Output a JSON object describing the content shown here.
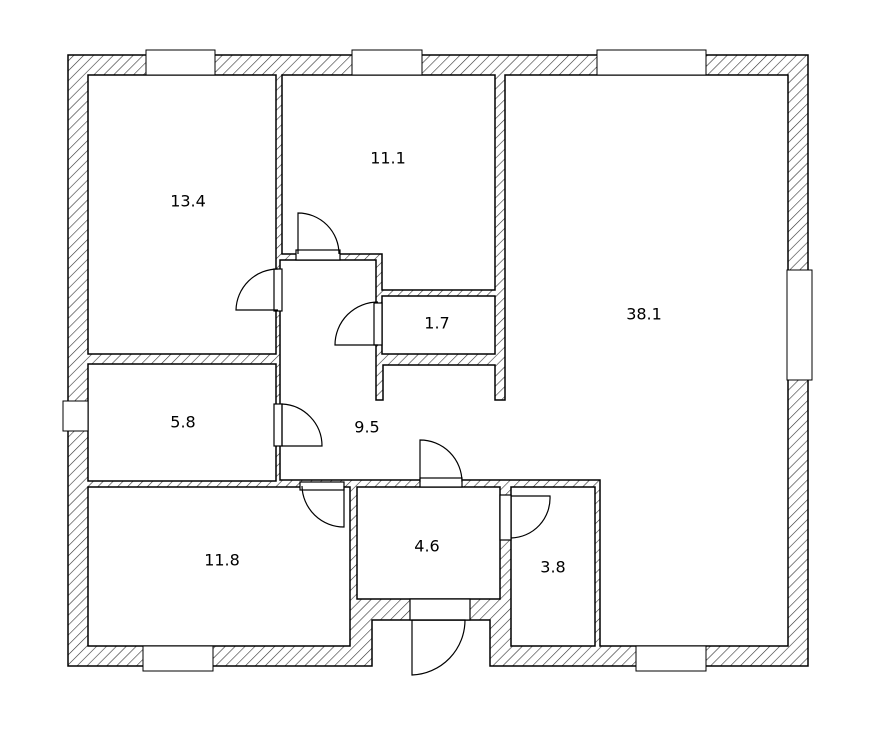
{
  "rooms": [
    {
      "id": "room-13-4",
      "area": "13.4"
    },
    {
      "id": "room-11-1",
      "area": "11.1"
    },
    {
      "id": "room-38-1",
      "area": "38.1"
    },
    {
      "id": "room-1-7",
      "area": "1.7"
    },
    {
      "id": "room-5-8",
      "area": "5.8"
    },
    {
      "id": "room-9-5",
      "area": "9.5"
    },
    {
      "id": "room-11-8",
      "area": "11.8"
    },
    {
      "id": "room-4-6",
      "area": "4.6"
    },
    {
      "id": "room-3-8",
      "area": "3.8"
    }
  ],
  "colors": {
    "wall_hatch": "#000000",
    "background": "#ffffff"
  }
}
